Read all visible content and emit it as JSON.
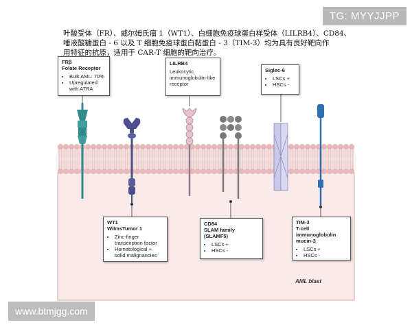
{
  "watermark_top": "TG: MYYJJPP",
  "watermark_bottom": "www.btmjgg.com",
  "caption_lines": [
    "叶酸受体（FR）、威尔姆氏瘤 1（WT1）、白细胞免疫球蛋白样受体（LILRB4）、CD84、",
    "唾液酸糖蛋白 - 6 以及 T 细胞免疫球蛋白黏蛋白 - 3（TIM-3）均为具有良好靶向作",
    "用特征的抗原，适用于 CAR-T 细胞的靶向治疗。"
  ],
  "cell_label": "AML blast",
  "colors": {
    "membrane_head": "#e6b7b7",
    "membrane_tail": "#f2dcdc",
    "cell_fill": "#faeaea",
    "cell_border": "#dca5a5",
    "fr_teal": "#2f8a8c",
    "wt1_purple": "#4d4f8c",
    "lilrb4_pink": "#e8c3cf",
    "cd84_gray": "#7a7a7a",
    "siglec_lavender": "#c9c9ea",
    "tim3_blue": "#2f6eb0"
  },
  "boxes": {
    "fr": {
      "title1": "FRβ",
      "title2": "Folate Receptor",
      "items": [
        "Bulk AML: 70%",
        "Upregulated with ATRA"
      ]
    },
    "lilrb4": {
      "title1": "LILRB4",
      "text": "Leukocytic immunoglobulin-like receptor"
    },
    "siglec": {
      "title1": "Siglec-6",
      "items": [
        "LSCs +",
        "HSCs -"
      ]
    },
    "wt1": {
      "title1": "WT1",
      "title2": "WilmsTumor 1",
      "items": [
        "Zinc-finger transcription factor",
        "Hematological + solid malignancies"
      ]
    },
    "cd84": {
      "title1": "CD84",
      "title2": "SLAM family (SLAMF5)",
      "items": [
        "LSCs +",
        "HSCs -"
      ]
    },
    "tim3": {
      "title1": "TIM-3",
      "title2": "T-cell immunoglobulin mucin-3",
      "items": [
        "LSCs +",
        "HSCs -"
      ]
    }
  }
}
